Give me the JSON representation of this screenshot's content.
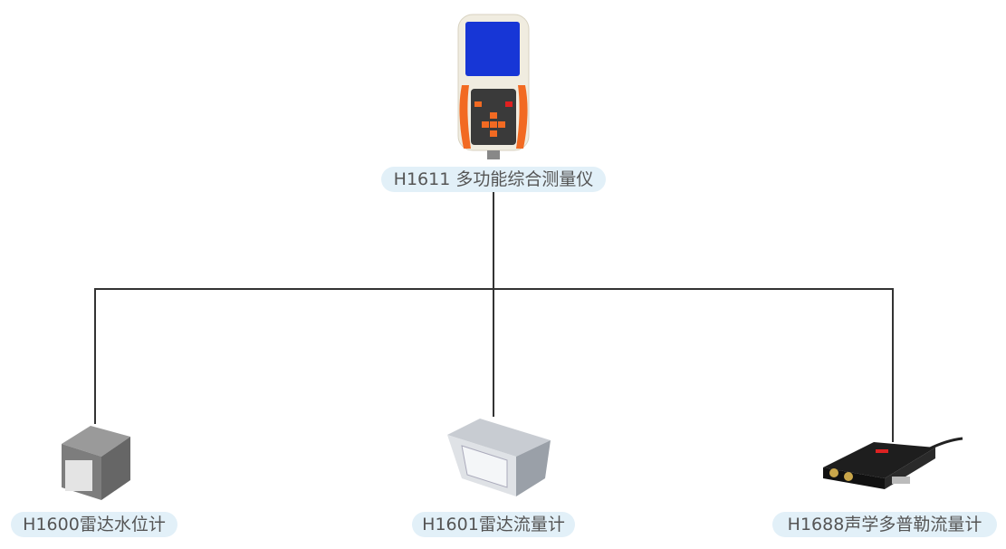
{
  "root": {
    "label": "H1611 多功能综合测量仪"
  },
  "children": [
    {
      "label": "H1600雷达水位计"
    },
    {
      "label": "H1601雷达流量计"
    },
    {
      "label": "H1688声学多普勒流量计"
    }
  ],
  "colors": {
    "pill": "#e2f0f8",
    "line": "#333333",
    "accent": "#f26a22"
  }
}
